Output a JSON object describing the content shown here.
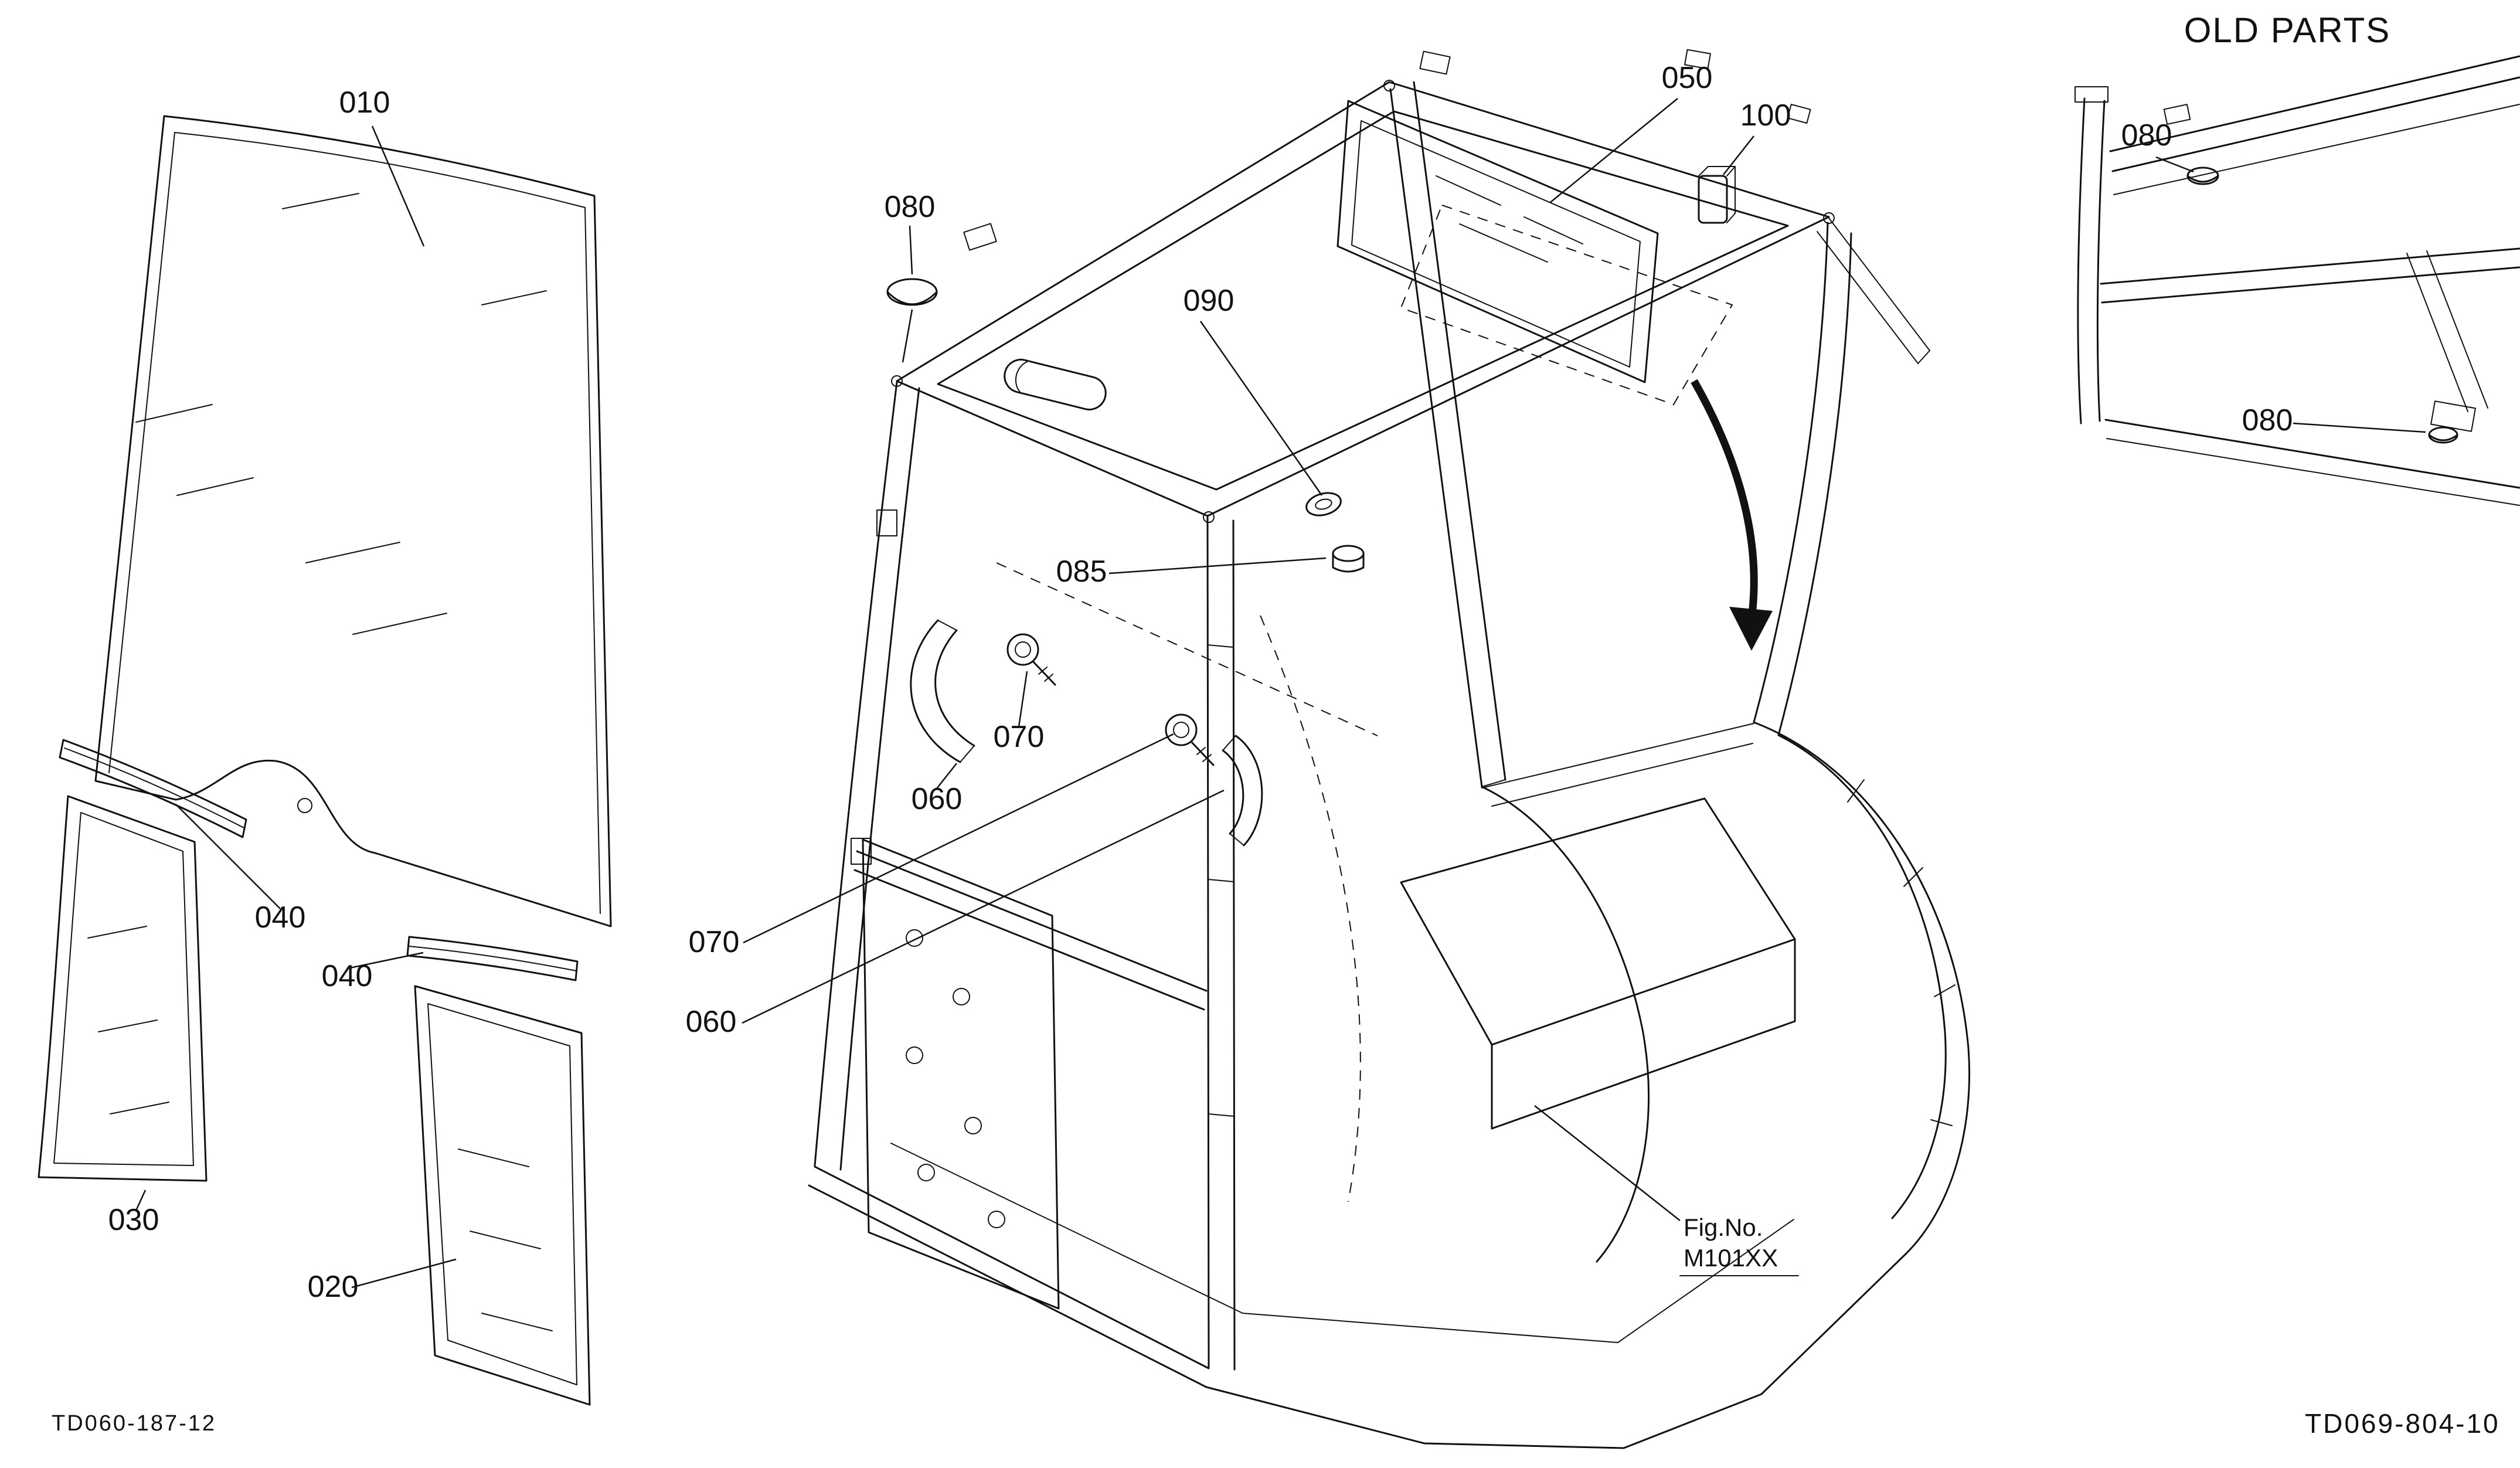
{
  "doc": {
    "kind": "tractor cab parts diagram",
    "footer": {
      "left": "TD060-187-12",
      "right": "TD069-804-10"
    },
    "figure": {
      "line1": "Fig.No.",
      "line2": "M101XX"
    }
  },
  "callouts": [
    {
      "label": "010"
    },
    {
      "label": "020"
    },
    {
      "label": "030"
    },
    {
      "label": "040"
    },
    {
      "label": "040"
    },
    {
      "label": "050"
    },
    {
      "label": "060"
    },
    {
      "label": "060"
    },
    {
      "label": "070"
    },
    {
      "label": "070"
    },
    {
      "label": "080"
    },
    {
      "label": "085"
    },
    {
      "label": "090"
    },
    {
      "label": "100"
    }
  ],
  "old_parts": {
    "title": "OLD PARTS",
    "callouts": [
      {
        "label": "080"
      },
      {
        "label": "080"
      }
    ]
  }
}
